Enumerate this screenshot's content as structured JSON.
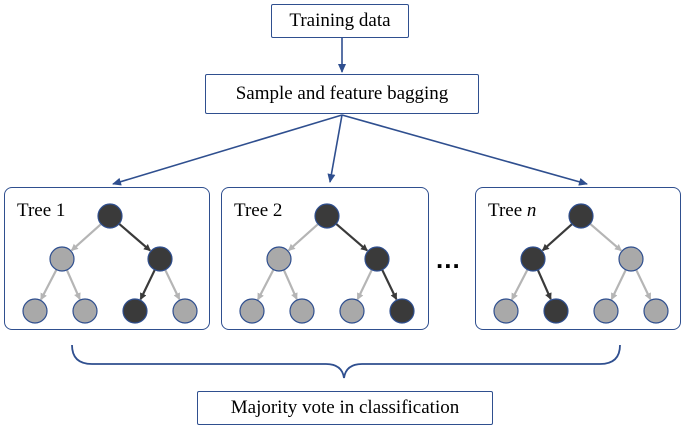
{
  "top_box": {
    "label": "Training data"
  },
  "bagging_box": {
    "label": "Sample and feature bagging"
  },
  "trees": [
    {
      "title": "Tree 1",
      "title_suffix": "",
      "path": [
        "root",
        "R",
        "RL"
      ]
    },
    {
      "title": "Tree 2",
      "title_suffix": "",
      "path": [
        "root",
        "R",
        "RR"
      ]
    },
    {
      "title": "Tree ",
      "title_suffix": "n",
      "path": [
        "root",
        "L",
        "LR"
      ]
    }
  ],
  "ellipsis": "...",
  "vote_box": {
    "label": "Majority vote in classification"
  },
  "colors": {
    "border": "#2f4f8f",
    "node_dark": "#3a3a3a",
    "node_light": "#a9a9a9",
    "edge_dark": "#3a3a3a",
    "edge_light": "#b5b5b5"
  }
}
